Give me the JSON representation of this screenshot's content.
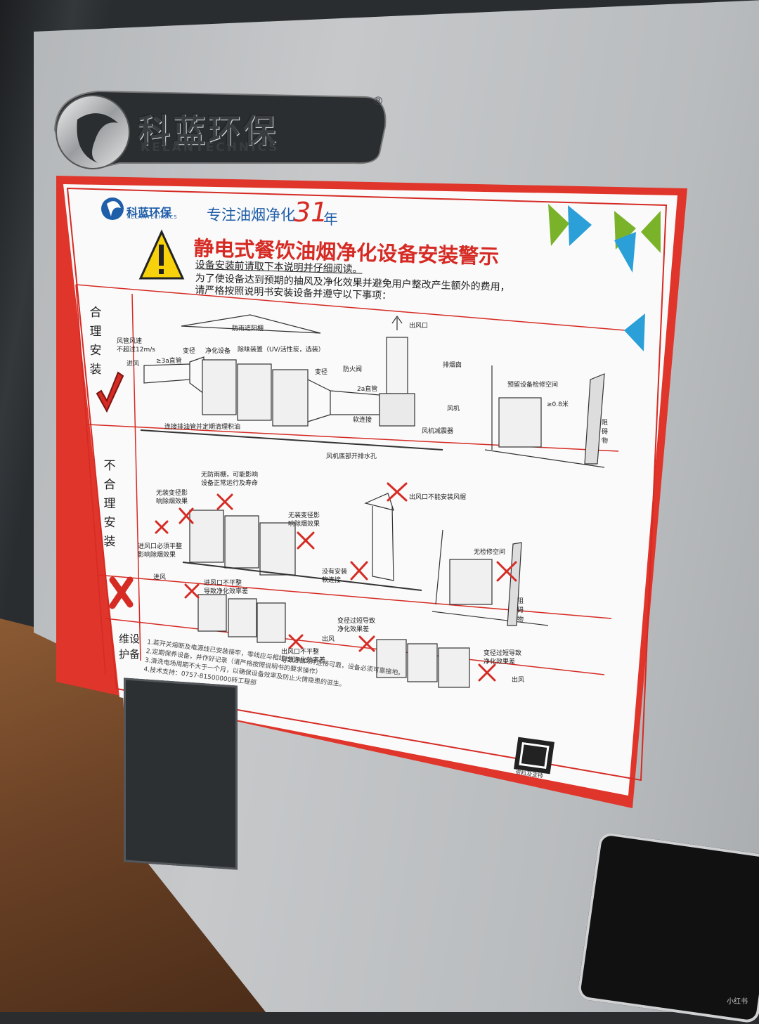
{
  "brand": {
    "plate_cn": "科蓝环保",
    "plate_en": "KELANTECHNICS",
    "registered": "®"
  },
  "label": {
    "brand_cn": "科蓝环保",
    "brand_en": "KELANTECHNICS",
    "slogan": "专注油烟净化",
    "years": "31",
    "year_unit": "年",
    "title": "静电式餐饮油烟净化设备安装警示",
    "subtitle": "设备安装前请取下本说明并仔细阅读。",
    "intro_line1": "为了使设备达到预期的抽风及净化效果并避免用户整改产生额外的费用，",
    "intro_line2": "请严格按照说明书安装设备并遵守以下事项：",
    "section_correct": [
      "合",
      "理",
      "安",
      "装"
    ],
    "section_wrong": [
      "不",
      "合",
      "理",
      "安",
      "装"
    ],
    "section_maint": [
      "维",
      "设",
      "护",
      "备"
    ],
    "qr_caption": "资料及支持",
    "colors": {
      "red": "#d52b24",
      "blue": "#1f5ea8",
      "green": "#7ab329",
      "sky": "#2a9fd8"
    }
  },
  "correct_diagram": {
    "rain_shelter": "防雨遮阳棚",
    "outlet": "出风口",
    "duct_speed": "风管风速",
    "duct_speed2": "不超过12m/s",
    "inlet": "进风",
    "reducer": "变径",
    "purifier": "净化设备",
    "deodorizer": "除味装置（UV/活性炭，选装）",
    "reducer2": "变径",
    "fire_damper": "防火阀",
    "straight_pipe": "2a直管",
    "chimney": "排烟囱",
    "fan": "风机",
    "soft_joint": "软连接",
    "fan_damper": "风机减震器",
    "drain": "风机底部开排水孔",
    "drain_pipe": "连接排油管并定期清理积油",
    "service_space": "预留设备检修空间",
    "distance": "≥0.8米",
    "obstacle": "阻碍物",
    "straight_pipe_inlet": "≥3a直管"
  },
  "wrong_diagram": {
    "no_shelter": "无防雨棚，可能影响",
    "no_shelter2": "设备正常运行及寿命",
    "no_reducer": "无装变径影",
    "no_reducer2": "响除烟效果",
    "no_reducer_right": "无装变径影",
    "no_reducer_right2": "响除烟效果",
    "no_cap": "出风口不能安装风帽",
    "no_soft": "没有安装",
    "no_soft2": "软连接",
    "no_service": "无检修空间",
    "obstacle": "阻碍物",
    "inlet_uneven": "进风口不平整",
    "inlet_uneven2": "导致净化效率差",
    "outlet_uneven": "出风口不平整",
    "outlet_uneven2": "导致净化效率差",
    "short_reducer": "变径过短导致",
    "short_reducer2": "净化效果差",
    "short_reducer_b": "变径过短导致",
    "short_reducer_b2": "净化效果差",
    "inlet": "进风",
    "outlet": "出风",
    "left_note": "进风口必须平整",
    "left_note2": "影响除烟效果"
  },
  "maintenance": {
    "line1": "1.若开关熔断及电源线已安装接牢，零线应与相线线径相同并连接可靠，设备必须可靠接地。",
    "line2": "2.定期保养设备，并作好记录（请严格按照说明书的要求操作）",
    "line3": "3.清洗电场周期不大于一个月，以确保设备效率及防止火情隐患的滋生。",
    "line4": "4.技术支持：0757-81500000转工程部"
  },
  "watermark": "小红书"
}
